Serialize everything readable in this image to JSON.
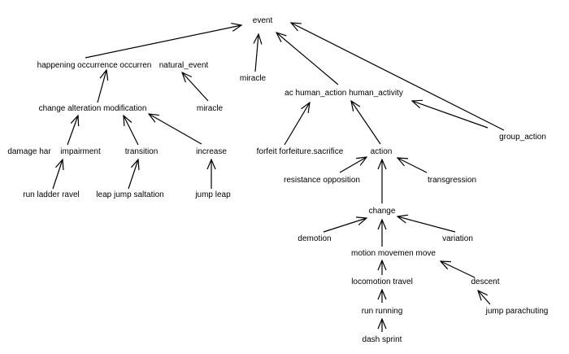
{
  "nodes": {
    "event": "event",
    "happening": "happening occurrence occurren",
    "natural_event": "natural_event",
    "miracle_top": "miracle",
    "miracle_left": "miracle",
    "human_action": "ac  human_action human_activity",
    "group_action": "group_action",
    "change_alt": "change alteration modification",
    "damage": "damage har",
    "impairment": "impairment",
    "transition": "transition",
    "increase": "increase",
    "forfeit": "forfeit forfeiture.sacrifice",
    "action": "action",
    "run_ladder": "run ladder ravel",
    "leap_jump": "leap jump saltation",
    "jump_leap": "jump leap",
    "resistance": "resistance opposition",
    "transgression": "transgression",
    "change": "change",
    "demotion": "demotion",
    "variation": "variation",
    "motion": "motion movemen  move",
    "locomotion": "locomotion travel",
    "descent": "descent",
    "run_running": "run running",
    "jump_parachuting": "jump parachuting",
    "dash_sprint": "dash sprint"
  }
}
